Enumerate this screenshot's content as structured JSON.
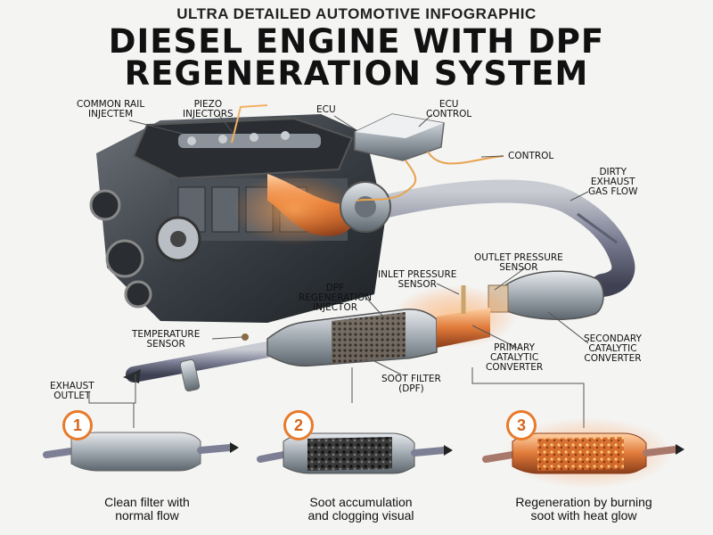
{
  "header": {
    "kicker": "ULTRA DETAILED AUTOMOTIVE INFOGRAPHIC",
    "title_line1": "DIESEL ENGINE WITH DPF",
    "title_line2": "REGENERATION SYSTEM"
  },
  "labels": {
    "common_rail": "COMMON RAIL\nINJECTEM",
    "piezo": "PIEZO\nINJECTORS",
    "ecu": "ECU",
    "ecu_control": "ECU\nCONTROL",
    "control": "CONTROL",
    "dirty_exhaust": "DIRTY\nEXHAUST\nGAS FLOW",
    "outlet_pressure": "OUTLET PRESSURE\nSENSOR",
    "inlet_pressure": "INLET PRESSURE\nSENSOR",
    "dpf_injector": "DPF\nREGENERATION\nINJECTOR",
    "temperature": "TEMPERATURE\nSENSOR",
    "secondary_cat": "SECONDARY\nCATALYTIC\nCONVERTER",
    "primary_cat": "PRIMARY\nCATALYTIC\nCONVERTER",
    "soot_filter": "SOOT FILTER\n(DPF)",
    "exhaust_outlet": "EXHAUST\nOUTLET"
  },
  "stages": [
    {
      "number": "1",
      "caption": "Clean filter with\nnormal flow"
    },
    {
      "number": "2",
      "caption": "Soot accumulation\nand clogging visual"
    },
    {
      "number": "3",
      "caption": "Regeneration by burning\nsoot with heat glow"
    }
  ],
  "colors": {
    "accent": "#e87a2a",
    "steel": "#9aa3ab",
    "engine": "#2f3338",
    "glow": "#ff8a2a"
  }
}
